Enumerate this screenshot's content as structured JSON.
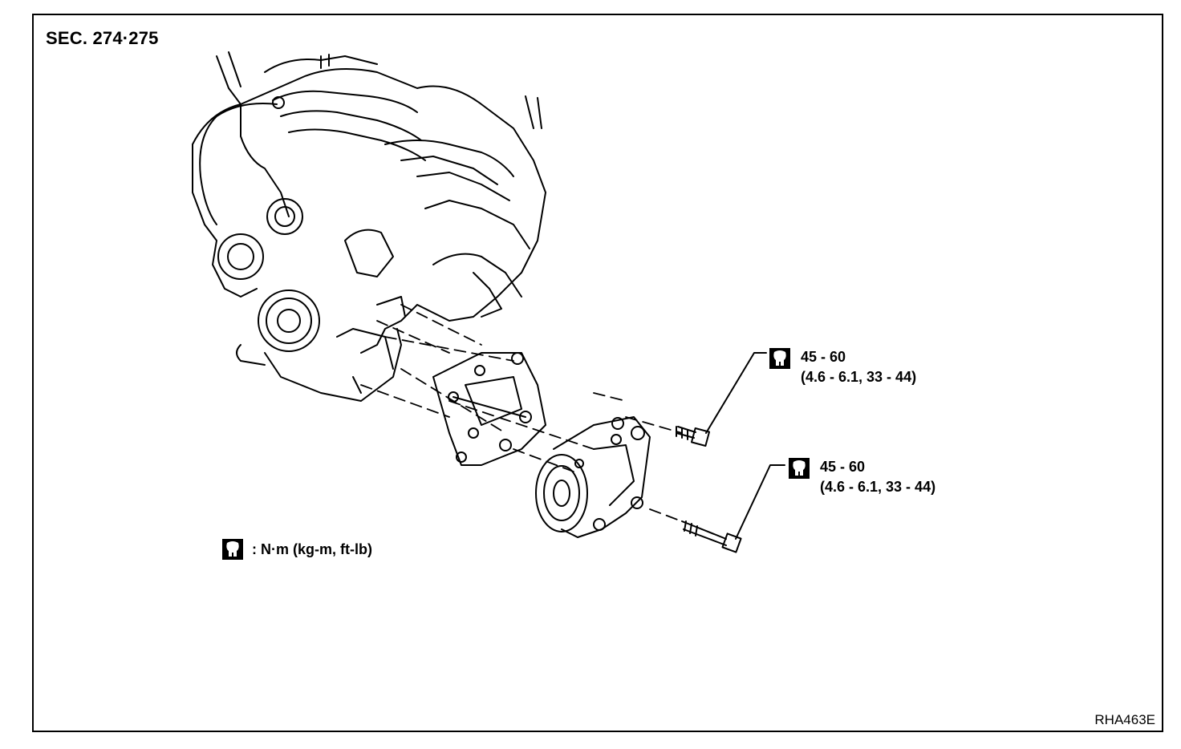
{
  "diagram": {
    "section": "SEC. 274·275",
    "callouts": [
      {
        "value": "45 - 60",
        "detail": "(4.6 - 6.1, 33 - 44)"
      },
      {
        "value": "45 - 60",
        "detail": "(4.6 - 6.1, 33 - 44)"
      }
    ],
    "legend": ": N·m (kg-m, ft-lb)",
    "figure_code": "RHA463E",
    "icons": [
      "torque-wrench-icon"
    ]
  }
}
